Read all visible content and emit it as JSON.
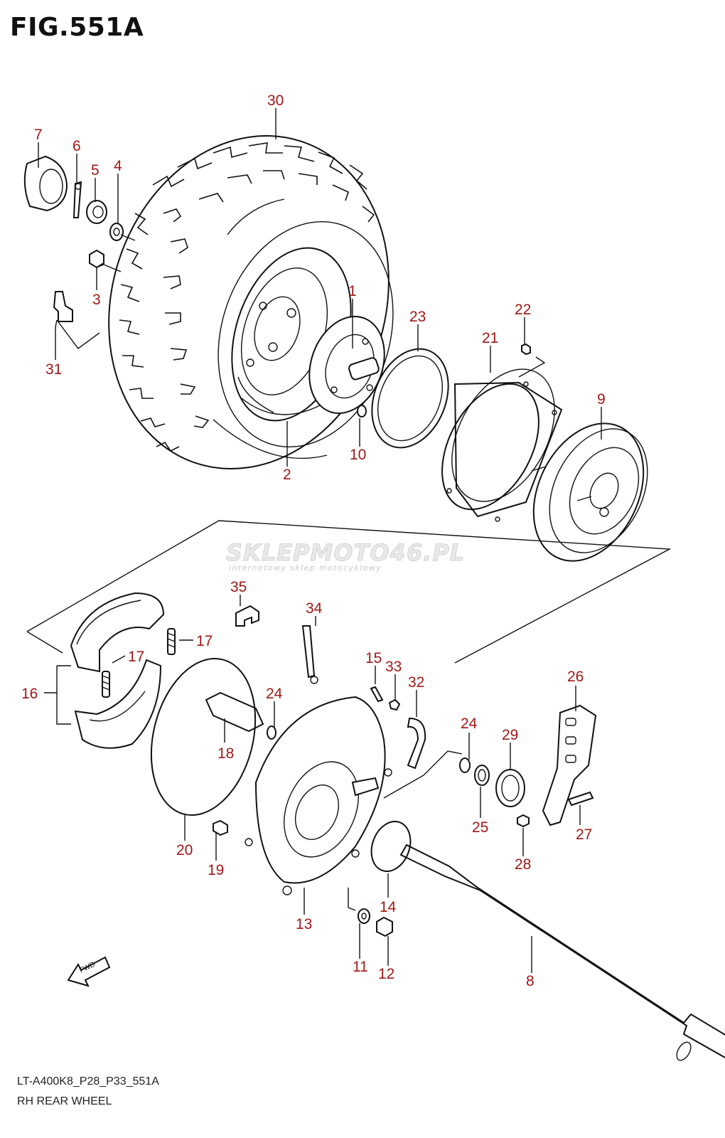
{
  "figure": {
    "title": "FIG.551A",
    "code": "LT-A400K8_P28_P33_551A",
    "name": "RH REAR WHEEL"
  },
  "watermark": {
    "text": "SKLEPMOTO46.PL",
    "subtitle": "internetowy sklep motocyklowy"
  },
  "fwd_label": "FWD",
  "callouts": [
    "30",
    "7",
    "6",
    "5",
    "4",
    "3",
    "31",
    "1",
    "2",
    "10",
    "23",
    "22",
    "21",
    "9",
    "35",
    "34",
    "17",
    "17",
    "16",
    "15",
    "33",
    "32",
    "24",
    "18",
    "20",
    "19",
    "13",
    "26",
    "24",
    "29",
    "25",
    "27",
    "28",
    "14",
    "11",
    "12",
    "8"
  ]
}
